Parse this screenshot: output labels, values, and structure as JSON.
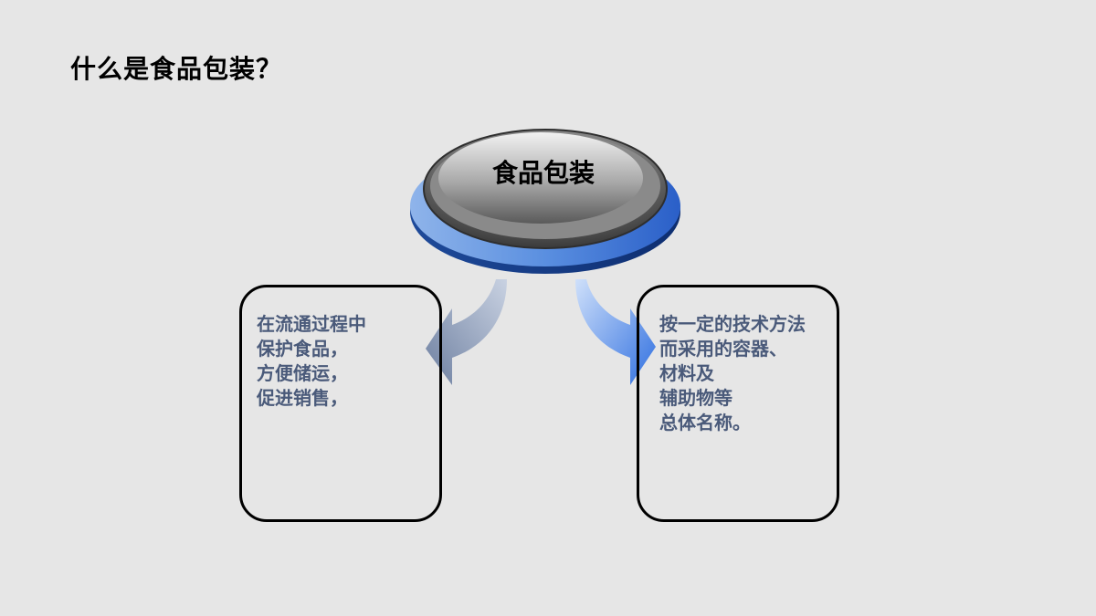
{
  "title": "什么是食品包装？",
  "diagram": {
    "center": {
      "label": "食品包装"
    },
    "left_box": {
      "lines": [
        "在流通过程中",
        "保护食品，",
        "方便储运，",
        "促进销售，"
      ]
    },
    "right_box": {
      "lines": [
        "按一定的技术方法",
        "而采用的容器、",
        "材料及",
        "辅助物等",
        "总体名称。"
      ]
    },
    "colors": {
      "background": "#e6e6e6",
      "ring_blue": "#3a6fd0",
      "disc_gray": "#7a7a7a",
      "box_text": "#4a5a7a",
      "arrow_left": "#7a8aa8",
      "arrow_right": "#3a78e0"
    }
  }
}
